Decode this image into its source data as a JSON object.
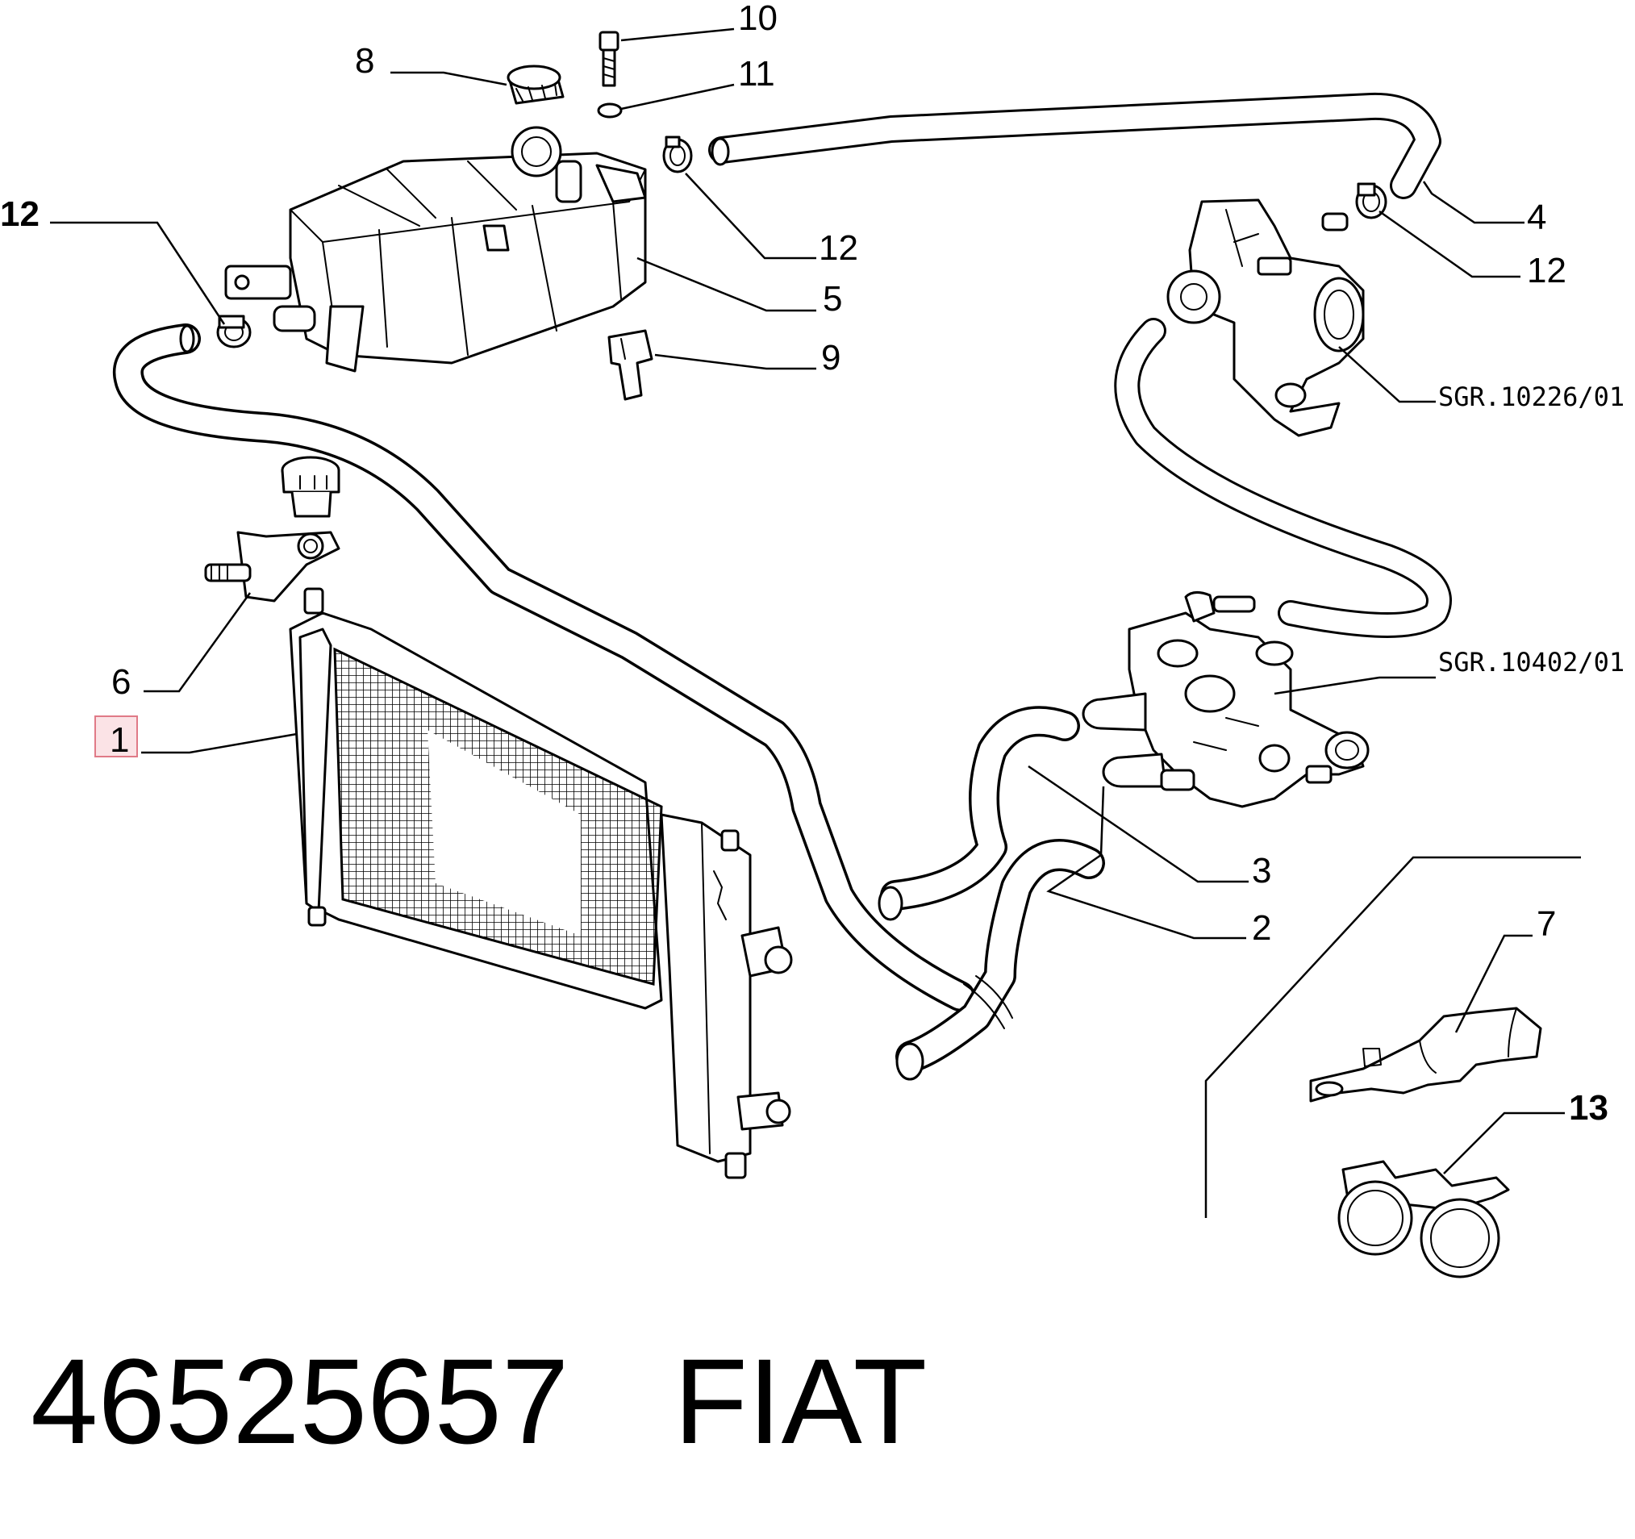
{
  "callouts": {
    "c1": "1",
    "c2": "2",
    "c3": "3",
    "c4": "4",
    "c5": "5",
    "c6": "6",
    "c7": "7",
    "c8": "8",
    "c9": "9",
    "c10": "10",
    "c11": "11",
    "c12_left": "12",
    "c12_tank": "12",
    "c12_right": "12",
    "c13": "13"
  },
  "references": {
    "throttle_body": "SGR.10226/01",
    "thermostat_housing": "SGR.10402/01"
  },
  "footer": {
    "part_number": "46525657",
    "brand": "FIAT"
  },
  "colors": {
    "ink": "#000000",
    "highlight_fill": "#fbe3e6",
    "highlight_border": "#e07a87"
  }
}
